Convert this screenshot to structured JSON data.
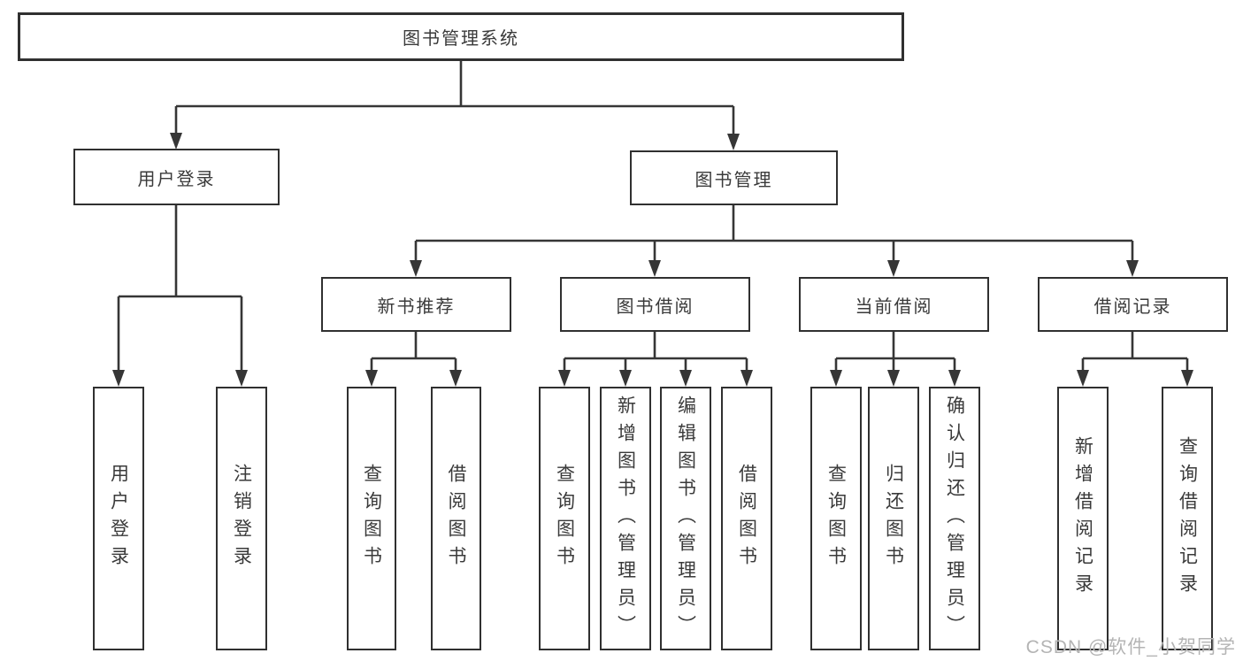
{
  "diagram": {
    "root": {
      "label": "图书管理系统"
    },
    "branches": {
      "user_login": {
        "label": "用户登录",
        "children": {
          "login": "用户登录",
          "logout": "注销登录"
        }
      },
      "book_management": {
        "label": "图书管理",
        "sections": {
          "new_book_recommend": {
            "label": "新书推荐",
            "children": {
              "query_books": "查询图书",
              "borrow_books": "借阅图书"
            }
          },
          "book_borrowing": {
            "label": "图书借阅",
            "children": {
              "query_books": "查询图书",
              "add_books_admin": "新增图书（管理员）",
              "edit_books_admin": "编辑图书（管理员）",
              "borrow_books": "借阅图书"
            }
          },
          "current_borrowing": {
            "label": "当前借阅",
            "children": {
              "query_books": "查询图书",
              "return_books": "归还图书",
              "confirm_return_admin": "确认归还（管理员）"
            }
          },
          "borrowing_records": {
            "label": "借阅记录",
            "children": {
              "add_record": "新增借阅记录",
              "query_record": "查询借阅记录"
            }
          }
        }
      }
    },
    "watermark": "CSDN @软件_小贺同学",
    "colors": {
      "line": "#363636",
      "box_border": "#303030",
      "text": "#3a3a3a",
      "watermark": "#b4b4b4",
      "background": "#ffffff"
    }
  }
}
